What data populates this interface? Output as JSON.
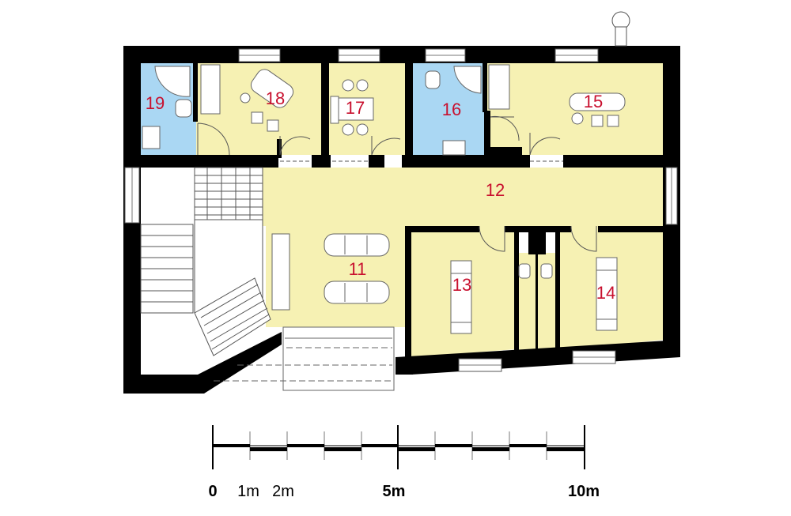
{
  "colors": {
    "wall": "#000000",
    "room_yellow": "#f6f1b3",
    "room_blue": "#aad7f3",
    "room_number": "#c8102e",
    "fixture_line": "#555555",
    "background": "#ffffff"
  },
  "rooms": [
    {
      "id": "11",
      "label": "11",
      "fill": "yellow"
    },
    {
      "id": "12",
      "label": "12",
      "fill": "yellow"
    },
    {
      "id": "13",
      "label": "13",
      "fill": "yellow"
    },
    {
      "id": "14",
      "label": "14",
      "fill": "yellow"
    },
    {
      "id": "15",
      "label": "15",
      "fill": "yellow"
    },
    {
      "id": "16",
      "label": "16",
      "fill": "blue"
    },
    {
      "id": "17",
      "label": "17",
      "fill": "yellow"
    },
    {
      "id": "18",
      "label": "18",
      "fill": "yellow"
    },
    {
      "id": "19",
      "label": "19",
      "fill": "blue"
    }
  ],
  "scale_bar": {
    "labels": [
      "0",
      "1m",
      "2m",
      "5m",
      "10m"
    ],
    "segments_m": 10
  }
}
